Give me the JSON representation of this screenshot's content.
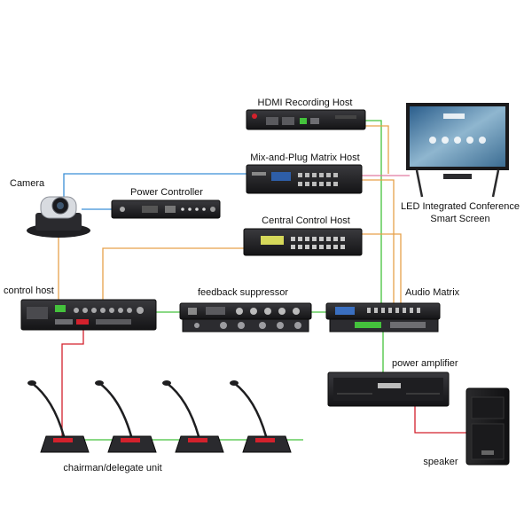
{
  "labels": {
    "hdmi_recording_host": "HDMI Recording Host",
    "mix_and_plug_matrix_host": "Mix-and-Plug Matrix Host",
    "camera": "Camera",
    "power_controller": "Power Controller",
    "central_control_host": "Central Control Host",
    "led_screen_line1": "LED Integrated Conference",
    "led_screen_line2": "Smart Screen",
    "control_host": "control host",
    "feedback_suppressor": "feedback suppressor",
    "audio_matrix": "Audio Matrix",
    "power_amplifier": "power amplifier",
    "chairman_delegate_unit": "chairman/delegate unit",
    "speaker": "speaker"
  },
  "colors": {
    "green_link": "#44c23c",
    "orange_link": "#e6a14a",
    "blue_link": "#3b8fd6",
    "red_link": "#d3212c",
    "pink_link": "#e07aa0",
    "device_dark": "#1d1d20"
  }
}
